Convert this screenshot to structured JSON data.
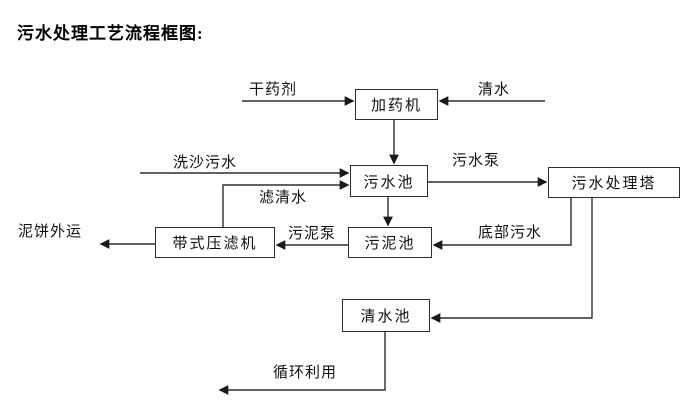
{
  "title": "污水处理工艺流程框图:",
  "nodes": {
    "dosing_machine": "加药机",
    "sewage_pool": "污水池",
    "treatment_tower": "污水处理塔",
    "belt_filter_press": "带式压滤机",
    "sludge_pool": "污泥池",
    "clean_water_pool": "清水池"
  },
  "labels": {
    "dry_chemical": "干药剂",
    "clean_water": "清水",
    "sand_washing_sewage": "洗沙污水",
    "filtered_water": "滤清水",
    "sewage_pump": "污水泵",
    "bottom_sewage": "底部污水",
    "sludge_pump": "污泥泵",
    "mud_cake_out": "泥饼外运",
    "recycle_use": "循环利用"
  },
  "edges": [
    {
      "from": "干药剂",
      "to": "加药机"
    },
    {
      "from": "清水",
      "to": "加药机"
    },
    {
      "from": "加药机",
      "to": "污水池"
    },
    {
      "from": "洗沙污水",
      "to": "污水池"
    },
    {
      "from": "带式压滤机",
      "to": "污水池",
      "label": "滤清水"
    },
    {
      "from": "污水池",
      "to": "污水处理塔",
      "label": "污水泵"
    },
    {
      "from": "污水池",
      "to": "污泥池"
    },
    {
      "from": "污水处理塔",
      "to": "污泥池",
      "label": "底部污水"
    },
    {
      "from": "污泥池",
      "to": "带式压滤机",
      "label": "污泥泵"
    },
    {
      "from": "带式压滤机",
      "to": "泥饼外运"
    },
    {
      "from": "污水处理塔",
      "to": "清水池"
    },
    {
      "from": "清水池",
      "to": "循环利用"
    }
  ],
  "colors": {
    "background": "#ffffff",
    "line": "#2e2e2e",
    "text": "#111111",
    "box_fill": "#ffffff"
  }
}
